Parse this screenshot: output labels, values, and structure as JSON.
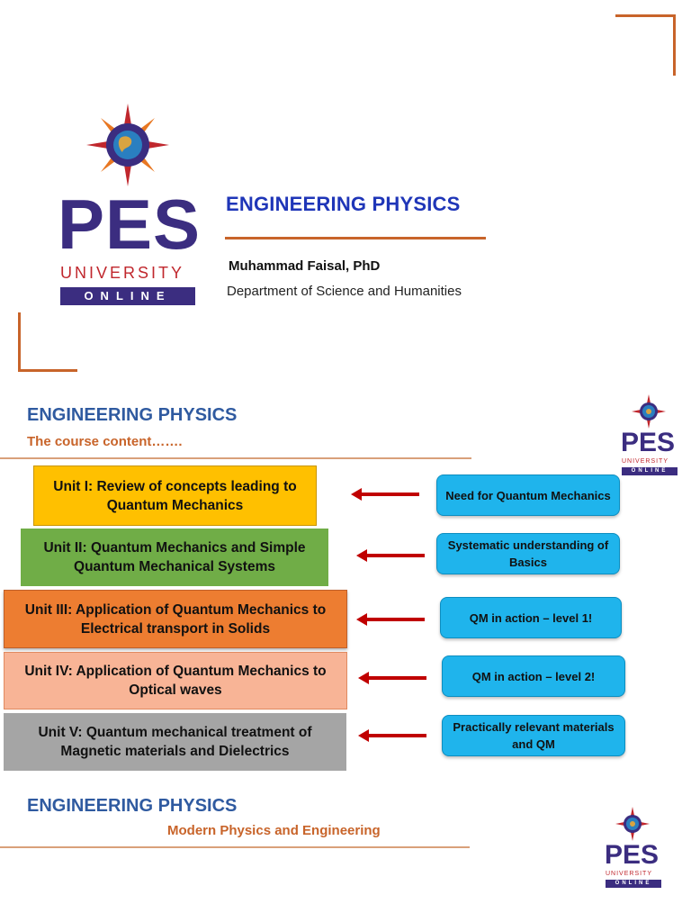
{
  "slide1": {
    "title": "ENGINEERING PHYSICS",
    "author": "Muhammad Faisal, PhD",
    "department": "Department of Science and Humanities"
  },
  "logo": {
    "pes": "PES",
    "university": "UNIVERSITY",
    "online": "ONLINE",
    "colors": {
      "navy": "#3b2d80",
      "red": "#c0272d",
      "orange": "#e87722"
    }
  },
  "slide2": {
    "title": "ENGINEERING PHYSICS",
    "subtitle": "The course content…….",
    "units": [
      {
        "label": "Unit I: Review of concepts leading to Quantum Mechanics",
        "color": "#ffc000"
      },
      {
        "label": "Unit II: Quantum Mechanics and Simple Quantum Mechanical Systems",
        "color": "#70ad47"
      },
      {
        "label": "Unit III: Application of Quantum Mechanics to Electrical transport in Solids",
        "color": "#ed7d31"
      },
      {
        "label": "Unit IV: Application of Quantum Mechanics to Optical waves",
        "color": "#f8b496"
      },
      {
        "label": "Unit V: Quantum mechanical treatment of Magnetic materials and Dielectrics",
        "color": "#a5a5a5"
      }
    ],
    "notes": [
      "Need for Quantum Mechanics",
      "Systematic understanding of Basics",
      "QM in action – level 1!",
      "QM in action – level 2!",
      "Practically relevant materials and QM"
    ],
    "note_color": "#1fb4ec",
    "arrow_color": "#c00000"
  },
  "slide3": {
    "title": "ENGINEERING PHYSICS",
    "subtitle": "Modern Physics and Engineering"
  },
  "accent_color": "#c8642a"
}
